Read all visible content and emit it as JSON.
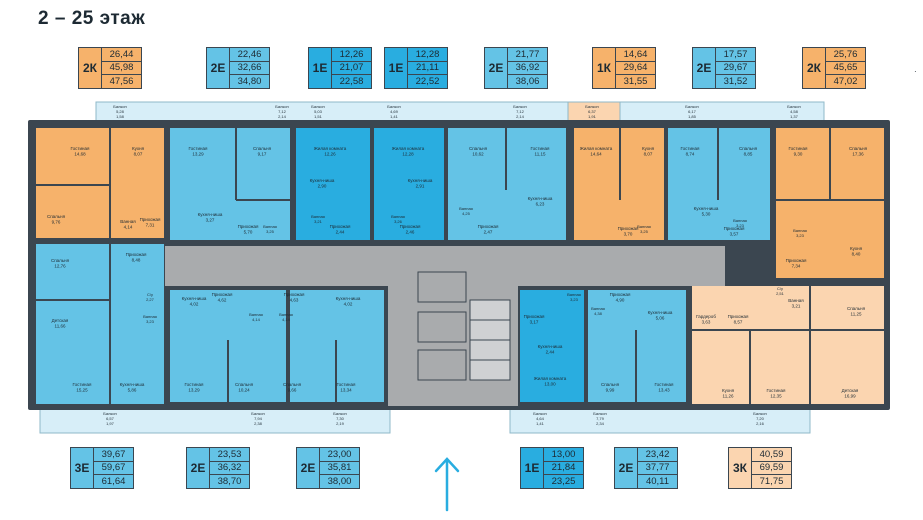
{
  "floor_title": "2 – 25 этаж",
  "colors": {
    "orange": "#f6b26b",
    "blue": "#64c3e6",
    "dark_blue": "#29ade0",
    "beige": "#fbd5b0",
    "corridor": "#a9abad",
    "wall": "#3b4650"
  },
  "top_badges": [
    {
      "code": "2К",
      "v1": "26,44",
      "v2": "45,98",
      "v3": "47,56",
      "color": "orange"
    },
    {
      "code": "2Е",
      "v1": "22,46",
      "v2": "32,66",
      "v3": "34,80",
      "color": "blue"
    },
    {
      "code": "1Е",
      "v1": "12,26",
      "v2": "21,07",
      "v3": "22,58",
      "color": "dark_blue"
    },
    {
      "code": "1Е",
      "v1": "12,28",
      "v2": "21,11",
      "v3": "22,52",
      "color": "dark_blue"
    },
    {
      "code": "2Е",
      "v1": "21,77",
      "v2": "36,92",
      "v3": "38,06",
      "color": "blue"
    },
    {
      "code": "1К",
      "v1": "14,64",
      "v2": "29,64",
      "v3": "31,55",
      "color": "orange"
    },
    {
      "code": "2Е",
      "v1": "17,57",
      "v2": "29,67",
      "v3": "31,52",
      "color": "blue"
    },
    {
      "code": "2К",
      "v1": "25,76",
      "v2": "45,65",
      "v3": "47,02",
      "color": "orange"
    }
  ],
  "bottom_badges": [
    {
      "code": "3Е",
      "v1": "39,67",
      "v2": "59,67",
      "v3": "61,64",
      "color": "blue"
    },
    {
      "code": "2Е",
      "v1": "23,53",
      "v2": "36,32",
      "v3": "38,70",
      "color": "blue"
    },
    {
      "code": "2Е",
      "v1": "23,00",
      "v2": "35,81",
      "v3": "38,00",
      "color": "blue"
    },
    {
      "code": "1Е",
      "v1": "13,00",
      "v2": "21,84",
      "v3": "23,25",
      "color": "dark_blue"
    },
    {
      "code": "2Е",
      "v1": "23,42",
      "v2": "37,77",
      "v3": "40,11",
      "color": "blue"
    },
    {
      "code": "3К",
      "v1": "40,59",
      "v2": "69,59",
      "v3": "71,75",
      "color": "beige"
    }
  ],
  "rooms": [
    {
      "label": "Гостиная",
      "value": "14,68"
    },
    {
      "label": "Кухня",
      "value": "8,07"
    },
    {
      "label": "Спальня",
      "value": "9,76"
    },
    {
      "label": "Ванная",
      "value": "4,14"
    },
    {
      "label": "Прихожая",
      "value": "7,31"
    },
    {
      "label": "Гостиная",
      "value": "13,29"
    },
    {
      "label": "Спальня",
      "value": "9,17"
    },
    {
      "label": "Кухня-ниша",
      "value": "3,27"
    },
    {
      "label": "Прихожая",
      "value": "5,70"
    },
    {
      "label": "Жилая комната",
      "value": "12,26"
    },
    {
      "label": "Кухня-ниша",
      "value": "2,90"
    },
    {
      "label": "Прихожая",
      "value": "2,44"
    },
    {
      "label": "Жилая комната",
      "value": "12,28"
    },
    {
      "label": "Кухня-ниша",
      "value": "2,91"
    },
    {
      "label": "Прихожая",
      "value": "2,46"
    },
    {
      "label": "Спальня",
      "value": "10,62"
    },
    {
      "label": "Гостиная",
      "value": "11,15"
    },
    {
      "label": "Кухня-ниша",
      "value": "6,23"
    },
    {
      "label": "Прихожая",
      "value": "2,47"
    },
    {
      "label": "Жилая комната",
      "value": "14,64"
    },
    {
      "label": "Кухня",
      "value": "8,07"
    },
    {
      "label": "Прихожая",
      "value": "3,70"
    },
    {
      "label": "Гостиная",
      "value": "8,74"
    },
    {
      "label": "Спальня",
      "value": "8,85"
    },
    {
      "label": "Кухня-ниша",
      "value": "5,30"
    },
    {
      "label": "Прихожая",
      "value": "3,57"
    },
    {
      "label": "Гостиная",
      "value": "9,30"
    },
    {
      "label": "Спальня",
      "value": "17,36"
    },
    {
      "label": "Кухня",
      "value": "8,40"
    },
    {
      "label": "Прихожая",
      "value": "7,34"
    },
    {
      "label": "Спальня",
      "value": "12,76"
    },
    {
      "label": "Детская",
      "value": "11,66"
    },
    {
      "label": "Прихожая",
      "value": "8,48"
    },
    {
      "label": "Гостиная",
      "value": "15,25"
    },
    {
      "label": "Кухня-ниша",
      "value": "5,86"
    },
    {
      "label": "Кухня-ниша",
      "value": "4,02"
    },
    {
      "label": "Прихожая",
      "value": "4,62"
    },
    {
      "label": "Гостиная",
      "value": "13,29"
    },
    {
      "label": "Спальня",
      "value": "10,24"
    },
    {
      "label": "Спальня",
      "value": "9,66"
    },
    {
      "label": "Прихожая",
      "value": "4,63"
    },
    {
      "label": "Кухня-ниша",
      "value": "4,02"
    },
    {
      "label": "Гостиная",
      "value": "13,34"
    },
    {
      "label": "Прихожая",
      "value": "3,17"
    },
    {
      "label": "Кухня-ниша",
      "value": "2,44"
    },
    {
      "label": "Жилая комната",
      "value": "13,00"
    },
    {
      "label": "Прихожая",
      "value": "4,90"
    },
    {
      "label": "Кухня-ниша",
      "value": "5,06"
    },
    {
      "label": "Спальня",
      "value": "9,99"
    },
    {
      "label": "Гостиная",
      "value": "13,43"
    },
    {
      "label": "Гардероб",
      "value": "3,63"
    },
    {
      "label": "Прихожая",
      "value": "8,57"
    },
    {
      "label": "Спальня",
      "value": "11,25"
    },
    {
      "label": "Кухня",
      "value": "11,26"
    },
    {
      "label": "Гостиная",
      "value": "12,35"
    },
    {
      "label": "Детская",
      "value": "16,99"
    },
    {
      "label": "Ванная",
      "value": "3,21"
    }
  ],
  "balconies_top": [
    {
      "label": "Балкон",
      "v1": "5,28",
      "v2": "1,58"
    },
    {
      "label": "Балкон",
      "v1": "7,12",
      "v2": "2,14"
    },
    {
      "label": "Балкон",
      "v1": "5,03",
      "v2": "1,51"
    },
    {
      "label": "Балкон",
      "v1": "4,69",
      "v2": "1,41"
    },
    {
      "label": "Балкон",
      "v1": "7,12",
      "v2": "2,14"
    },
    {
      "label": "Балкон",
      "v1": "6,37",
      "v2": "1,91"
    },
    {
      "label": "Балкон",
      "v1": "6,17",
      "v2": "1,85"
    },
    {
      "label": "Балкон",
      "v1": "4,58",
      "v2": "1,37"
    }
  ],
  "balconies_bottom": [
    {
      "label": "Балкон",
      "v1": "6,57",
      "v2": "1,97"
    },
    {
      "label": "Балкон",
      "v1": "7,94",
      "v2": "2,38"
    },
    {
      "label": "Балкон",
      "v1": "7,30",
      "v2": "2,19"
    },
    {
      "label": "Балкон",
      "v1": "4,64",
      "v2": "1,41"
    },
    {
      "label": "Балкон",
      "v1": "7,79",
      "v2": "2,34"
    },
    {
      "label": "Балкон",
      "v1": "7,20",
      "v2": "2,16"
    }
  ],
  "baths": [
    {
      "label": "Ванная",
      "value": "3,25"
    },
    {
      "label": "Ванная",
      "value": "3,21"
    },
    {
      "label": "Ванная",
      "value": "3,26"
    },
    {
      "label": "Ванная",
      "value": "4,25"
    },
    {
      "label": "Ванная",
      "value": "3,25"
    },
    {
      "label": "Ванная",
      "value": "3,23"
    },
    {
      "label": "Ванная",
      "value": "3,23"
    },
    {
      "label": "С/у",
      "value": "2,27"
    },
    {
      "label": "Ванная",
      "value": "3,23"
    },
    {
      "label": "Ванная",
      "value": "4,14"
    },
    {
      "label": "Ванная",
      "value": "4,14"
    },
    {
      "label": "Ванная",
      "value": "3,23"
    },
    {
      "label": "Ванная",
      "value": "4,38"
    },
    {
      "label": "С/у",
      "value": "2,51"
    }
  ]
}
